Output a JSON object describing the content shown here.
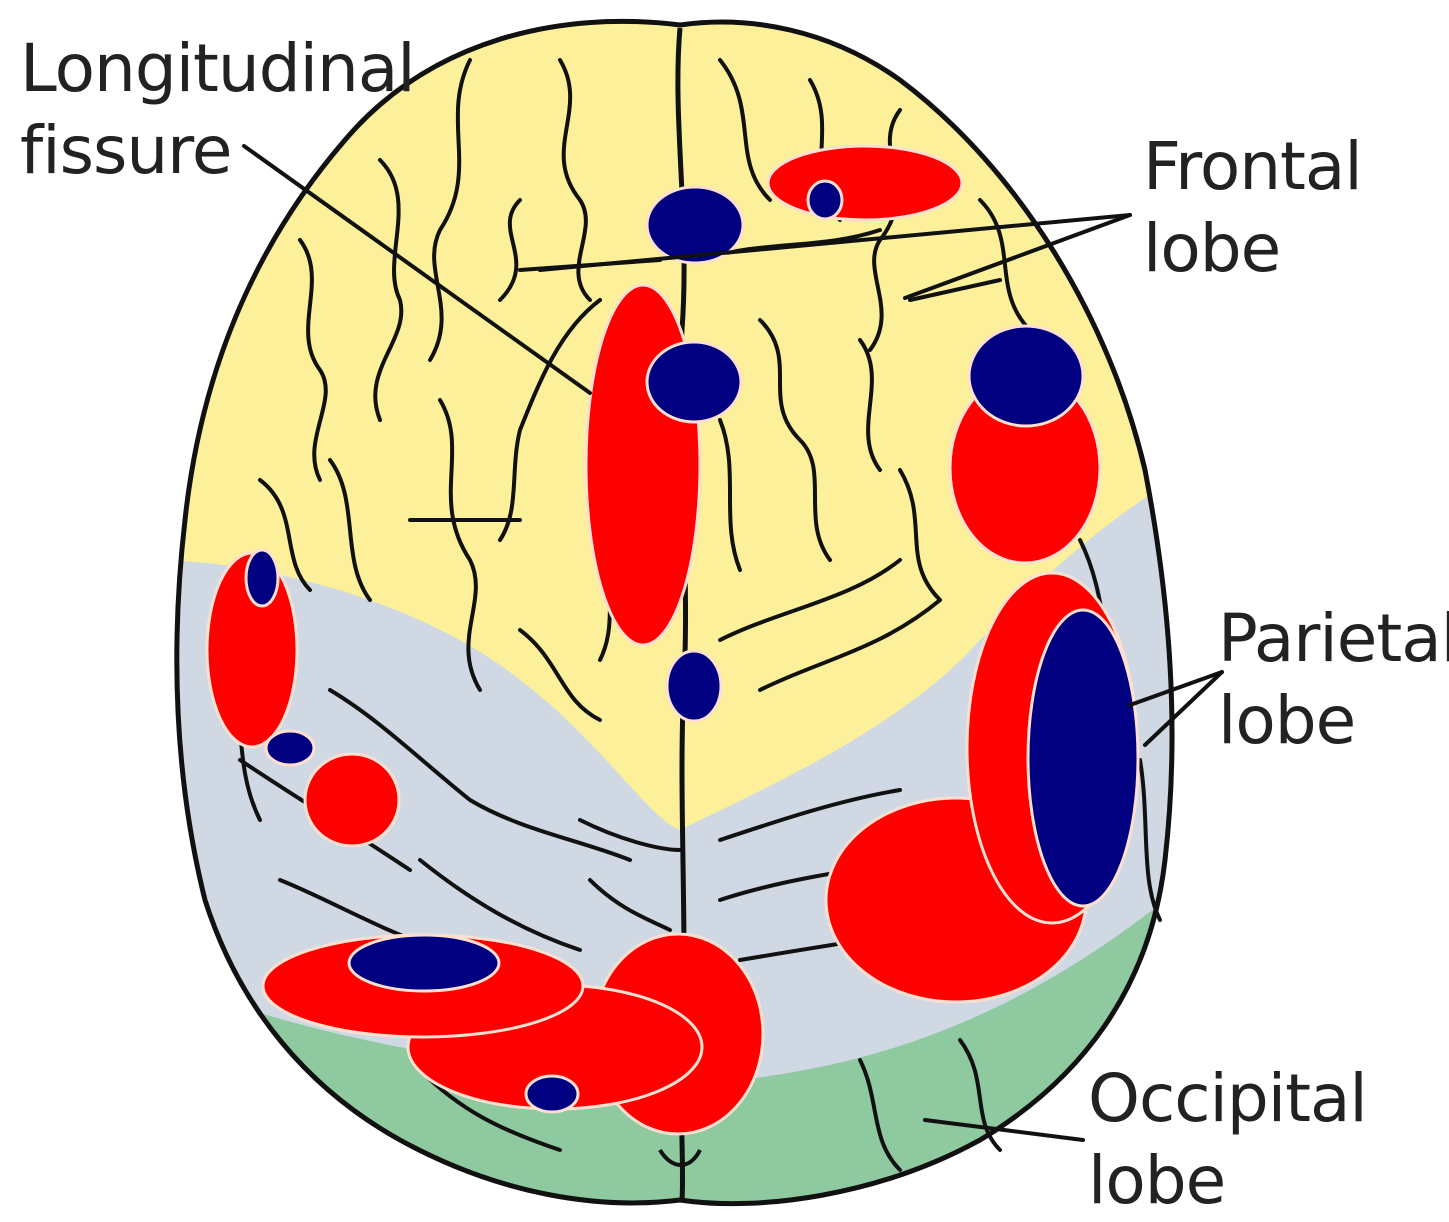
{
  "labels": {
    "longitudinal_fissure": {
      "line1": "Longitudinal",
      "line2": "fissure"
    },
    "frontal_lobe": {
      "line1": "Frontal",
      "line2": "lobe"
    },
    "parietal_lobe": {
      "line1": "Parietal",
      "line2": "lobe"
    },
    "occipital_lobe": {
      "line1": "Occipital",
      "line2": "lobe"
    }
  },
  "colors": {
    "frontal": "#fdf09a",
    "parietal": "#cfd8e3",
    "occipital": "#8fc9a0",
    "outline": "#111111",
    "marker_red": "#ff0000",
    "marker_blue": "#000080",
    "marker_edge": "#ffe0d0"
  }
}
